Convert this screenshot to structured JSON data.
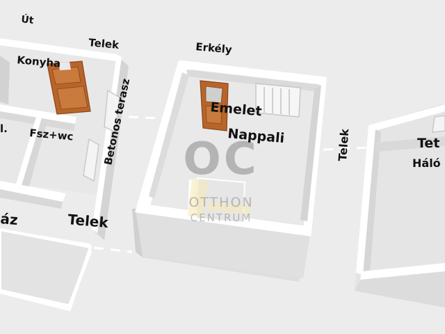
{
  "labels": {
    "ut": "Út",
    "telek_top": "Telek",
    "konyha": "Konyha",
    "erkely": "Erkély",
    "betonos_terasz": "Betonos terasz",
    "emelet": "Emelet",
    "nappali": "Nappali",
    "telek_right": "Telek",
    "fsz_wc": "Fsz+wc",
    "partial_l": "l.",
    "haz": "áz",
    "telek_bottom": "Telek",
    "tet": "Tet",
    "halo": "Háló"
  },
  "watermark": {
    "monogram": "OC",
    "line1": "OTTHON",
    "line2": "CENTRUM",
    "color": "#8a8a8a"
  },
  "colors": {
    "background": "#ececec",
    "wall_top": "#ffffff",
    "wall_side": "#d6d6d6",
    "floor": "#e9e9e9",
    "door": "#b8652a"
  }
}
